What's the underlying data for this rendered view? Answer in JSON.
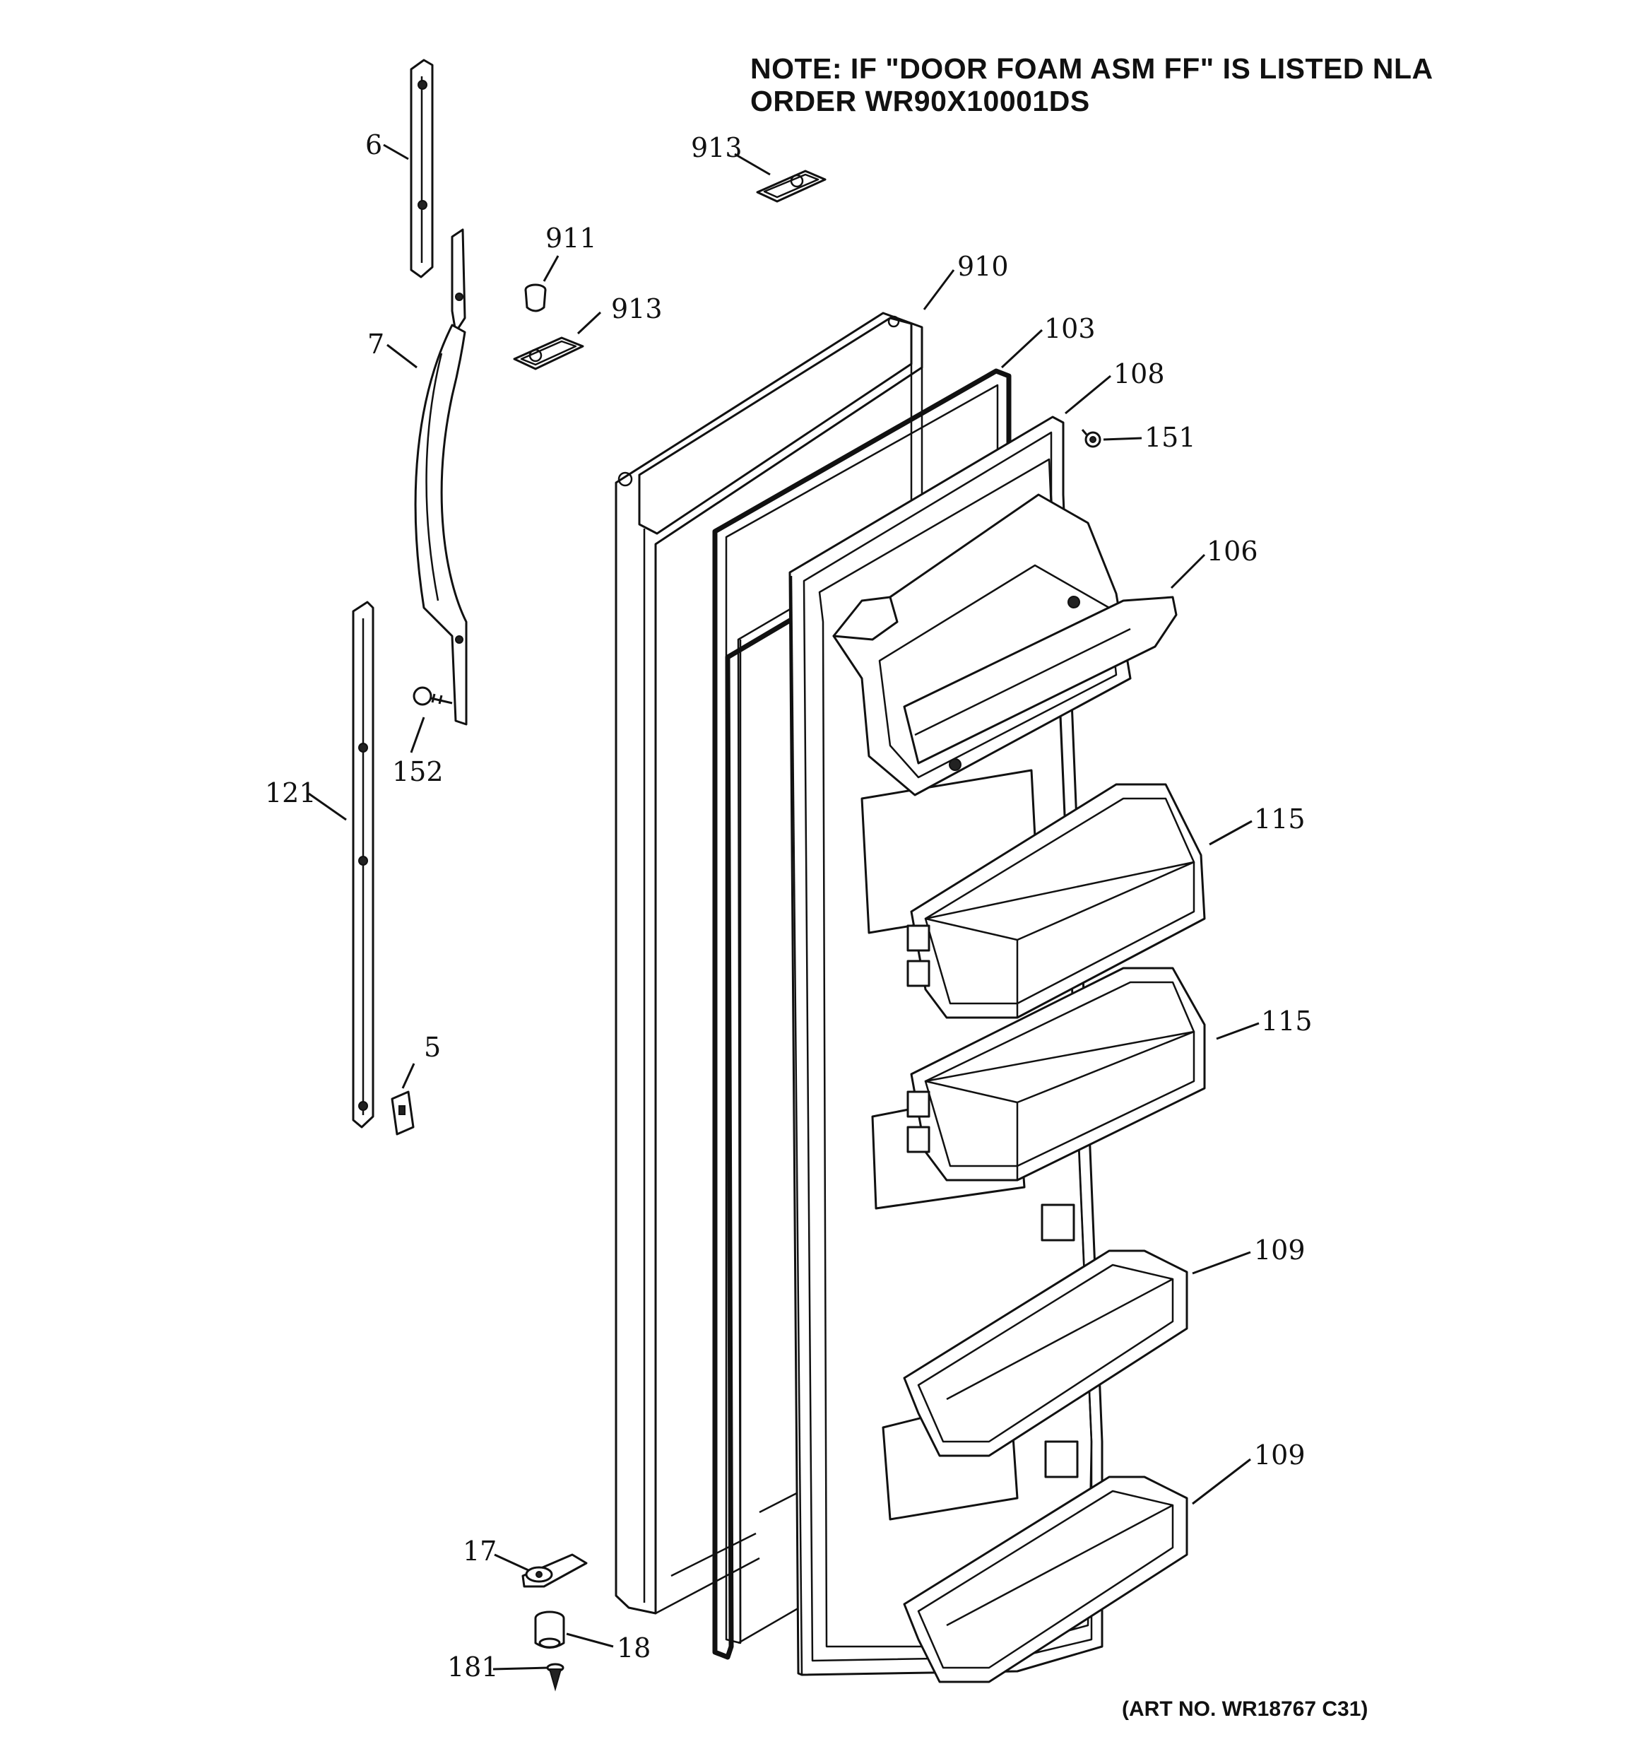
{
  "note": {
    "line1": "NOTE: IF \"DOOR FOAM ASM FF\" IS LISTED NLA",
    "line2": "ORDER WR90X10001DS"
  },
  "art_number": "(ART NO. WR18767 C31)",
  "callouts": [
    {
      "id": "6",
      "label": "6"
    },
    {
      "id": "7",
      "label": "7"
    },
    {
      "id": "121",
      "label": "121"
    },
    {
      "id": "152",
      "label": "152"
    },
    {
      "id": "5",
      "label": "5"
    },
    {
      "id": "911",
      "label": "911"
    },
    {
      "id": "913a",
      "label": "913"
    },
    {
      "id": "913b",
      "label": "913"
    },
    {
      "id": "910",
      "label": "910"
    },
    {
      "id": "103",
      "label": "103"
    },
    {
      "id": "108",
      "label": "108"
    },
    {
      "id": "151",
      "label": "151"
    },
    {
      "id": "106",
      "label": "106"
    },
    {
      "id": "115a",
      "label": "115"
    },
    {
      "id": "115b",
      "label": "115"
    },
    {
      "id": "109a",
      "label": "109"
    },
    {
      "id": "109b",
      "label": "109"
    },
    {
      "id": "17",
      "label": "17"
    },
    {
      "id": "18",
      "label": "18"
    },
    {
      "id": "181",
      "label": "181"
    }
  ]
}
